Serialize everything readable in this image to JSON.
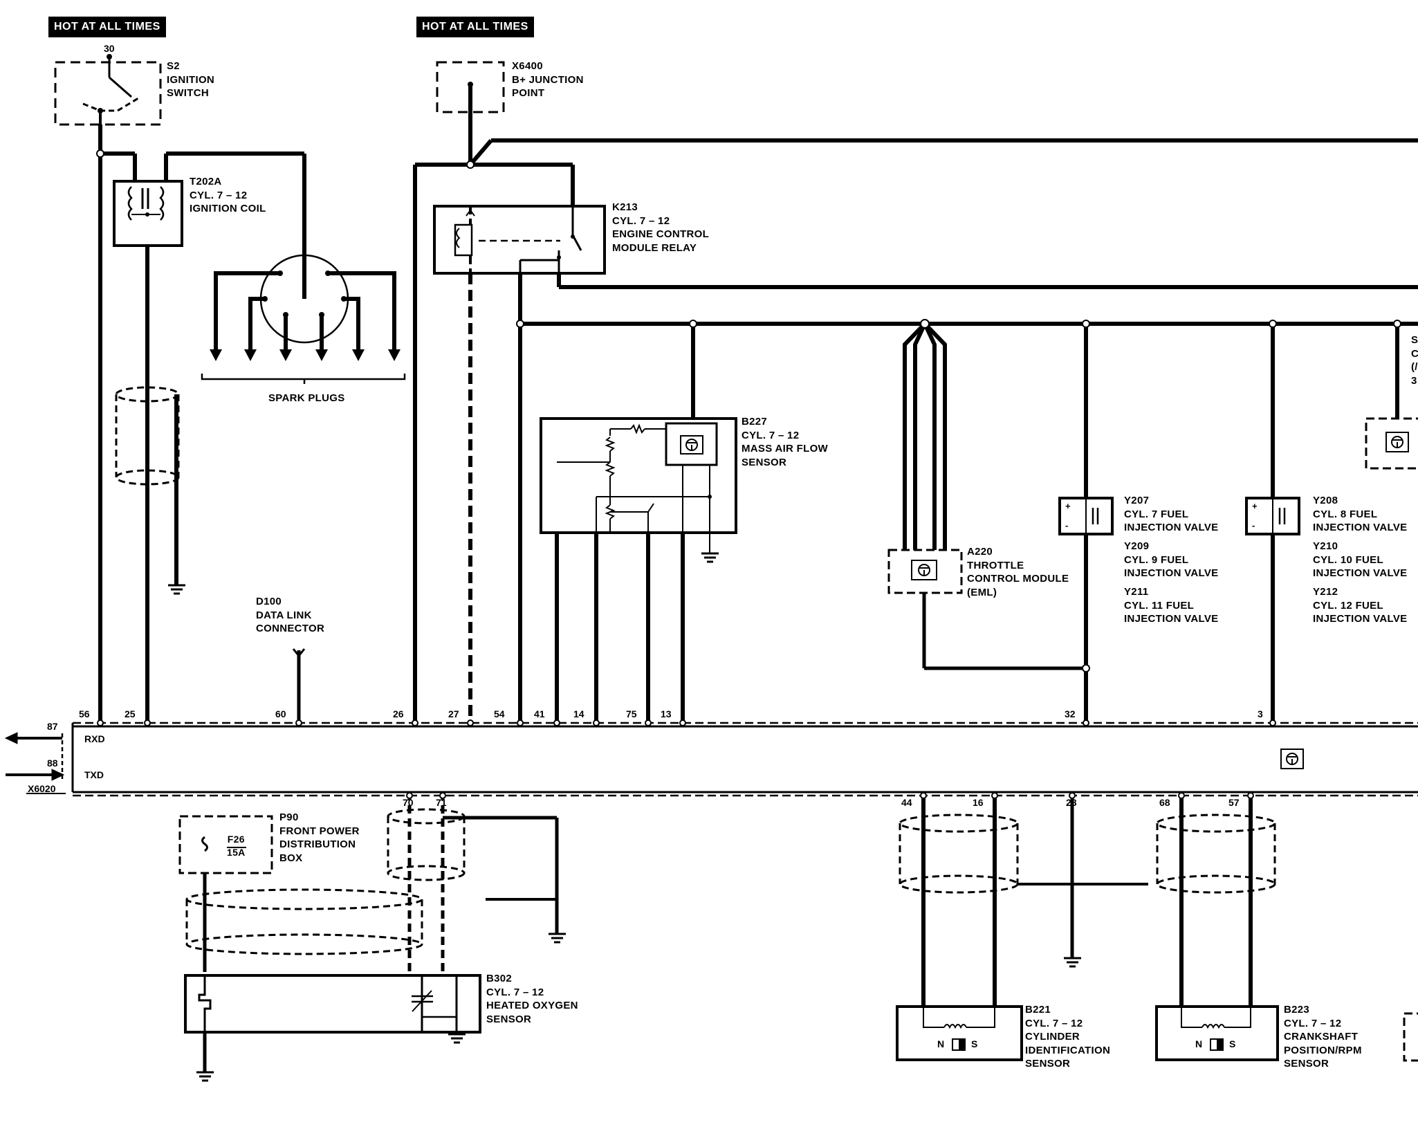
{
  "hot_labels": [
    "HOT AT ALL TIMES",
    "HOT AT ALL TIMES"
  ],
  "components": {
    "s2": [
      "S2",
      "IGNITION",
      "SWITCH"
    ],
    "s2_pin": "30",
    "x6400": [
      "X6400",
      "B+ JUNCTION",
      "POINT"
    ],
    "t202a": [
      "T202A",
      "CYL. 7 – 12",
      "IGNITION COIL"
    ],
    "k213": [
      "K213",
      "CYL. 7 – 12",
      "ENGINE CONTROL",
      "MODULE RELAY"
    ],
    "spark_plugs": "SPARK PLUGS",
    "b227": [
      "B227",
      "CYL. 7 – 12",
      "MASS AIR FLOW",
      "SENSOR"
    ],
    "a220": [
      "A220",
      "THROTTLE",
      "CONTROL MODULE",
      "(EML)"
    ],
    "y207": [
      "Y207",
      "CYL. 7 FUEL",
      "INJECTION VALVE"
    ],
    "y209": [
      "Y209",
      "CYL. 9 FUEL",
      "INJECTION VALVE"
    ],
    "y211": [
      "Y211",
      "CYL. 11 FUEL",
      "INJECTION VALVE"
    ],
    "y208": [
      "Y208",
      "CYL. 8 FUEL",
      "INJECTION VALVE"
    ],
    "y210": [
      "Y210",
      "CYL. 10 FUEL",
      "INJECTION VALVE"
    ],
    "y212": [
      "Y212",
      "CYL. 12 FUEL",
      "INJECTION VALVE"
    ],
    "d100": [
      "D100",
      "DATA LINK",
      "CONNECTOR"
    ],
    "p90": [
      "P90",
      "FRONT POWER",
      "DISTRIBUTION",
      "BOX"
    ],
    "fuse": [
      "F26",
      "15A"
    ],
    "b302": [
      "B302",
      "CYL. 7 – 12",
      "HEATED OXYGEN",
      "SENSOR"
    ],
    "b221": [
      "B221",
      "CYL. 7 – 12",
      "CYLINDER",
      "IDENTIFICATION",
      "SENSOR"
    ],
    "b223": [
      "B223",
      "CYL. 7 – 12",
      "CRANKSHAFT",
      "POSITION/RPM",
      "SENSOR"
    ],
    "x6020": "X6020",
    "rxd": "RXD",
    "txd": "TXD",
    "magnet_poles": [
      "N",
      "S"
    ]
  },
  "pins_top": [
    "56",
    "25",
    "60",
    "26",
    "27",
    "54",
    "41",
    "14",
    "75",
    "13",
    "32",
    "3"
  ],
  "pins_bottom": [
    "70",
    "71",
    "44",
    "16",
    "28",
    "68",
    "57"
  ],
  "pins_left": [
    "87",
    "88"
  ],
  "edge_fragments": [
    "S",
    "C",
    "(/",
    "3"
  ]
}
